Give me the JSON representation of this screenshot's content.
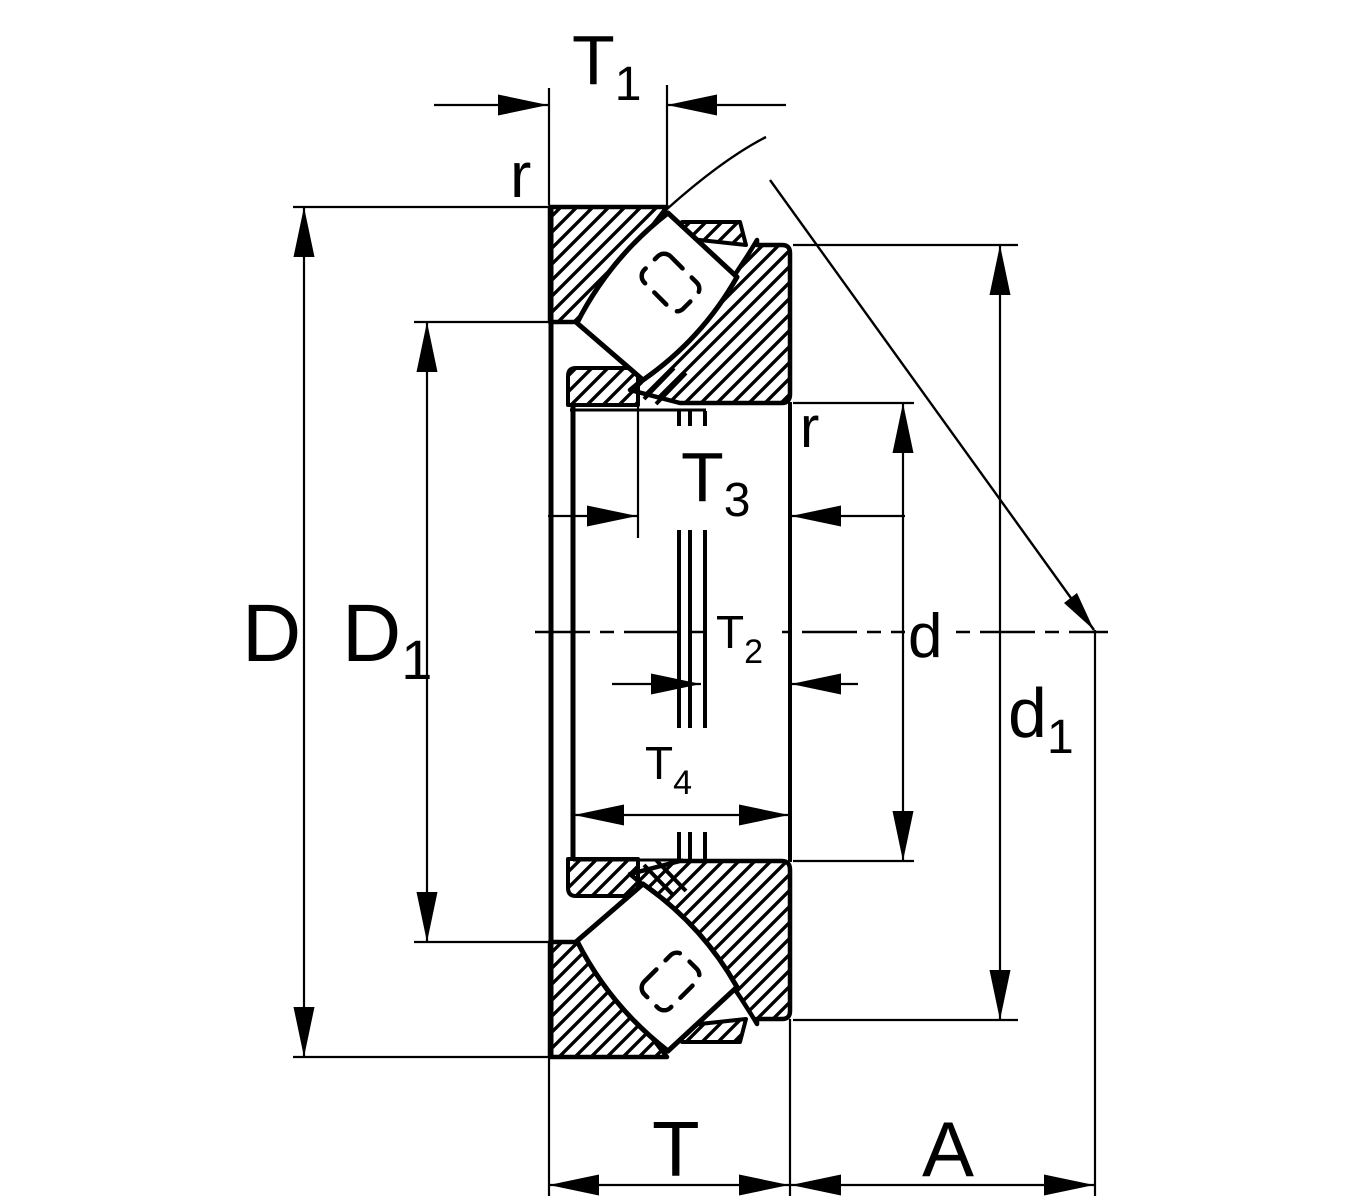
{
  "diagram": {
    "type": "engineering-drawing",
    "subject": "spherical-roller-thrust-bearing-cross-section",
    "colors": {
      "line": "#000000",
      "background": "#ffffff"
    },
    "labels": {
      "t1": {
        "main": "T",
        "sub": "1"
      },
      "r_top": {
        "main": "r"
      },
      "r_bore": {
        "main": "r"
      },
      "D": {
        "main": "D"
      },
      "D1": {
        "main": "D",
        "sub": "1"
      },
      "t3": {
        "main": "T",
        "sub": "3"
      },
      "t2": {
        "main": "T",
        "sub": "2"
      },
      "t4": {
        "main": "T",
        "sub": "4"
      },
      "d": {
        "main": "d"
      },
      "d1": {
        "main": "d",
        "sub": "1"
      },
      "T": {
        "main": "T"
      },
      "A": {
        "main": "A"
      }
    }
  }
}
